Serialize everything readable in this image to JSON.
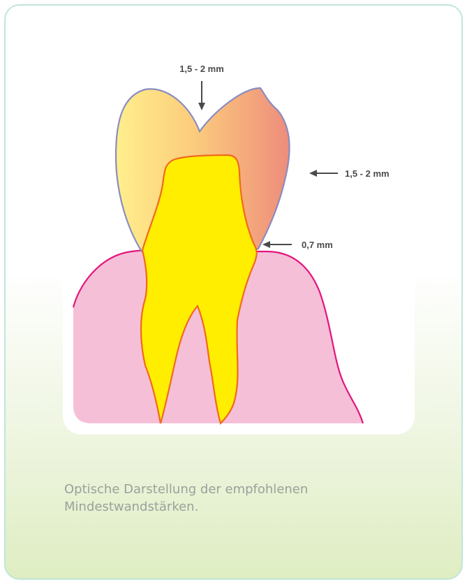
{
  "diagram": {
    "labels": {
      "occlusal": "1,5 - 2 mm",
      "axial": "1,5 - 2 mm",
      "cervical": "0,7 mm"
    },
    "colors": {
      "gum": "#f4bcd6",
      "gum_outline": "#e4157d",
      "enamel_light": "#ffec86",
      "enamel_dark": "#ee8c7c",
      "enamel_outline": "#8a8dbf",
      "core": "#ffee00",
      "core_outline": "#f06a1e",
      "arrow": "#4a4a4a",
      "card_border": "#bfe6dc"
    }
  },
  "caption": {
    "line1": "Optische Darstellung der empfohlenen",
    "line2": "Mindestwandstärken."
  }
}
